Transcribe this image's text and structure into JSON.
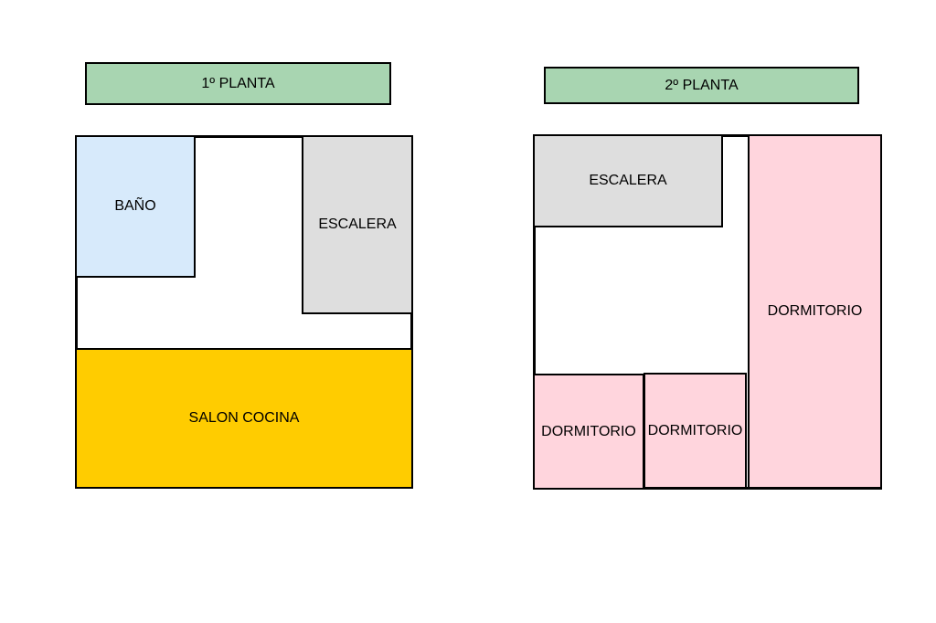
{
  "floors": {
    "first": {
      "title": "1º PLANTA",
      "rooms": {
        "bathroom": {
          "label": "BAÑO",
          "color": "#d7eafb"
        },
        "stairs": {
          "label": "ESCALERA",
          "color": "#dedede"
        },
        "living_kitchen": {
          "label": "SALON COCINA",
          "color": "#ffcc00"
        }
      }
    },
    "second": {
      "title": "2º PLANTA",
      "rooms": {
        "stairs": {
          "label": "ESCALERA",
          "color": "#dedede"
        },
        "bedroom_left": {
          "label": "DORMITORIO",
          "color": "#ffd5dd"
        },
        "bedroom_center": {
          "label": "DORMITORIO",
          "color": "#ffd5dd"
        },
        "bedroom_right": {
          "label": "DORMITORIO",
          "color": "#ffd5dd"
        }
      }
    }
  },
  "colors": {
    "title_background": "#a8d5b1",
    "outline": "#000000",
    "background": "#ffffff"
  }
}
